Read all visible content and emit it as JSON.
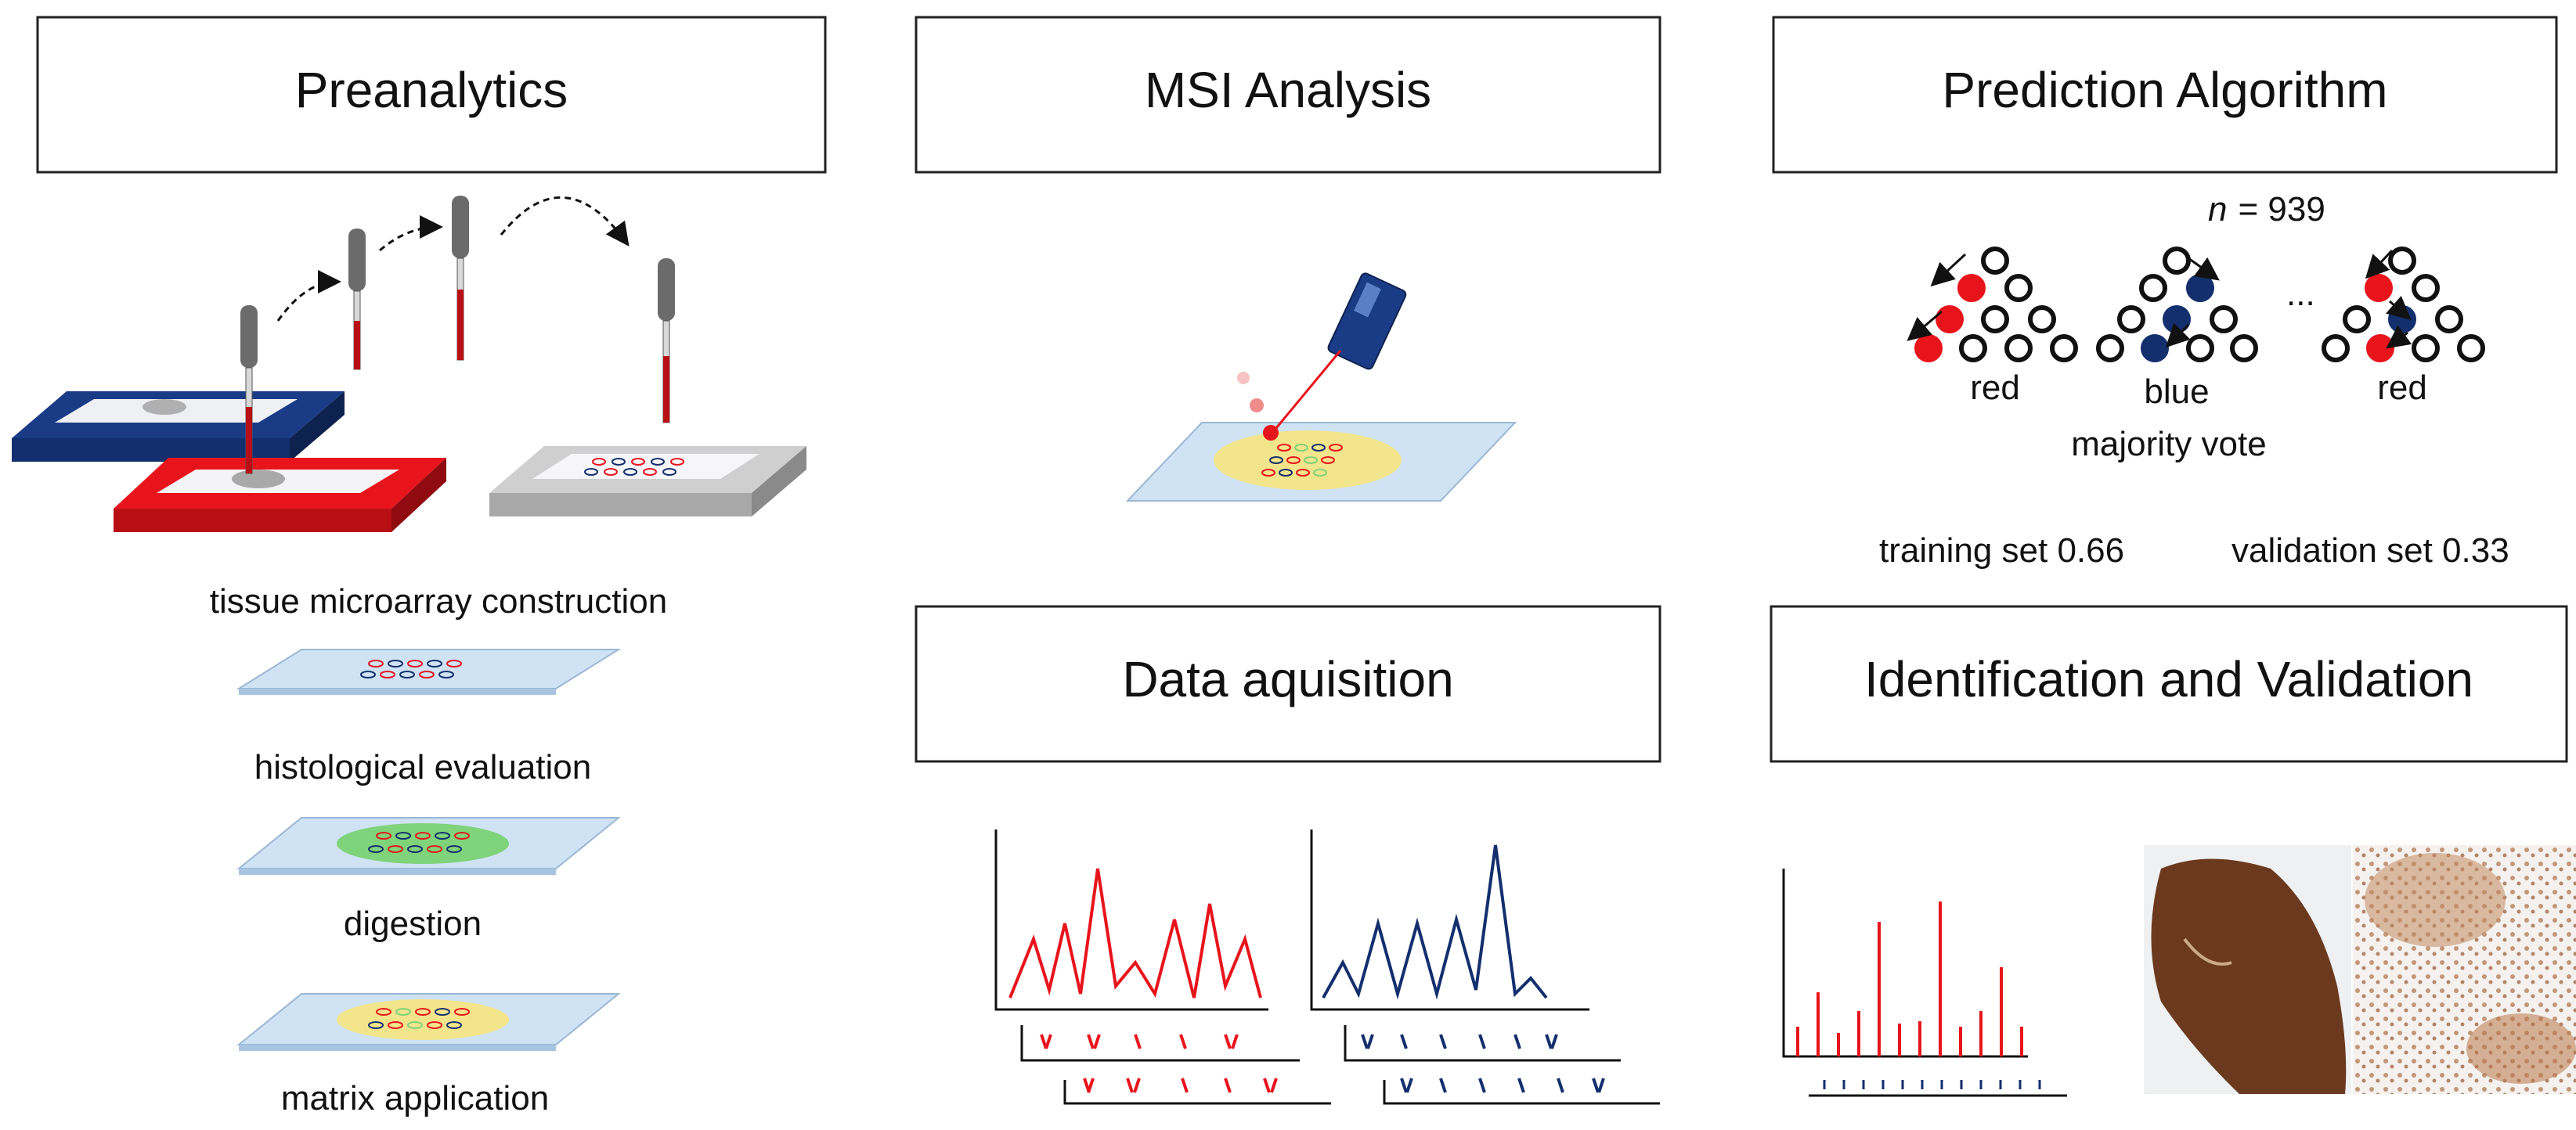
{
  "headers": {
    "preanalytics": "Preanalytics",
    "msi_analysis": "MSI Analysis",
    "prediction_algorithm": "Prediction Algorithm",
    "data_acquisition": "Data aquisition",
    "identification_validation": "Identification and Validation"
  },
  "preanalytics_steps": {
    "tma": "tissue microarray construction",
    "histology": "histological evaluation",
    "digestion": "digestion",
    "matrix": "matrix application"
  },
  "prediction": {
    "n_prefix": "n",
    "n_value": "= 939",
    "ellipsis": "...",
    "trees": [
      {
        "vote": "red"
      },
      {
        "vote": "blue"
      },
      {
        "vote": "red"
      }
    ],
    "majority_vote": "majority vote",
    "training_set": "training set 0.66",
    "validation_set": "validation set 0.33"
  },
  "colors": {
    "red": "#e8141c",
    "blue": "#132f6e",
    "green": "#7fd37a",
    "yellow": "#f3e58c",
    "slide": "#cfe3f5",
    "brown": "#6b3a1e"
  }
}
